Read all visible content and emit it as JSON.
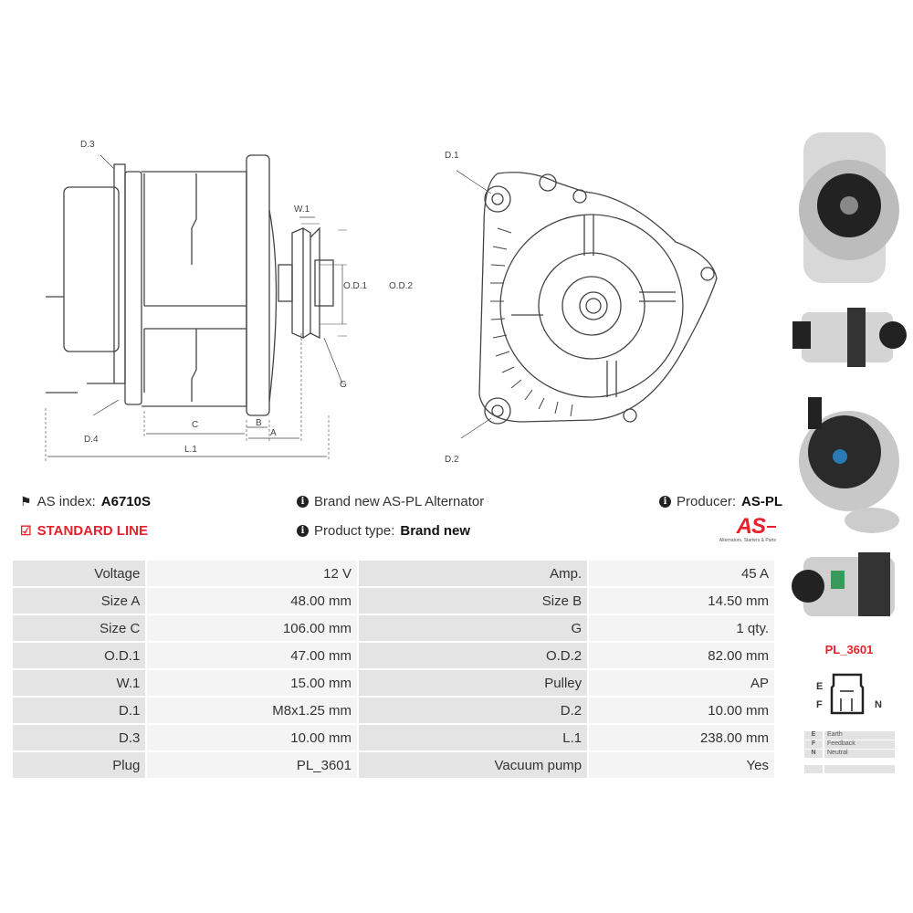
{
  "drawing_labels": {
    "d3": "D.3",
    "d4": "D.4",
    "w1": "W.1",
    "od1": "O.D.1",
    "od2": "O.D.2",
    "g": "G",
    "c": "C",
    "b": "B",
    "a": "A",
    "l1": "L.1",
    "d1": "D.1",
    "d2": "D.2"
  },
  "info": {
    "as_index_label": "AS index:",
    "as_index_value": "A6710S",
    "line": "STANDARD LINE",
    "description": "Brand new AS-PL Alternator",
    "product_type_label": "Product type:",
    "product_type_value": "Brand new",
    "producer_label": "Producer:",
    "producer_value": "AS-PL"
  },
  "logo": {
    "text": "AS",
    "tagline": "Alternators, Starters & Parts"
  },
  "specs": [
    [
      "Voltage",
      "12 V",
      "Amp.",
      "45 A"
    ],
    [
      "Size A",
      "48.00 mm",
      "Size B",
      "14.50 mm"
    ],
    [
      "Size C",
      "106.00 mm",
      "G",
      "1 qty."
    ],
    [
      "O.D.1",
      "47.00 mm",
      "O.D.2",
      "82.00 mm"
    ],
    [
      "W.1",
      "15.00 mm",
      "Pulley",
      "AP"
    ],
    [
      "D.1",
      "M8x1.25 mm",
      "D.2",
      "10.00 mm"
    ],
    [
      "D.3",
      "10.00 mm",
      "L.1",
      "238.00 mm"
    ],
    [
      "Plug",
      "PL_3601",
      "Vacuum pump",
      "Yes"
    ]
  ],
  "plug": {
    "name": "PL_3601",
    "pins": {
      "e": "E",
      "f": "F",
      "n": "N"
    },
    "legend": [
      [
        "E",
        "Earth"
      ],
      [
        "F",
        "Feedback"
      ],
      [
        "N",
        "Neutral"
      ],
      [
        "",
        ""
      ]
    ]
  },
  "colors": {
    "accent": "#e8202a"
  }
}
